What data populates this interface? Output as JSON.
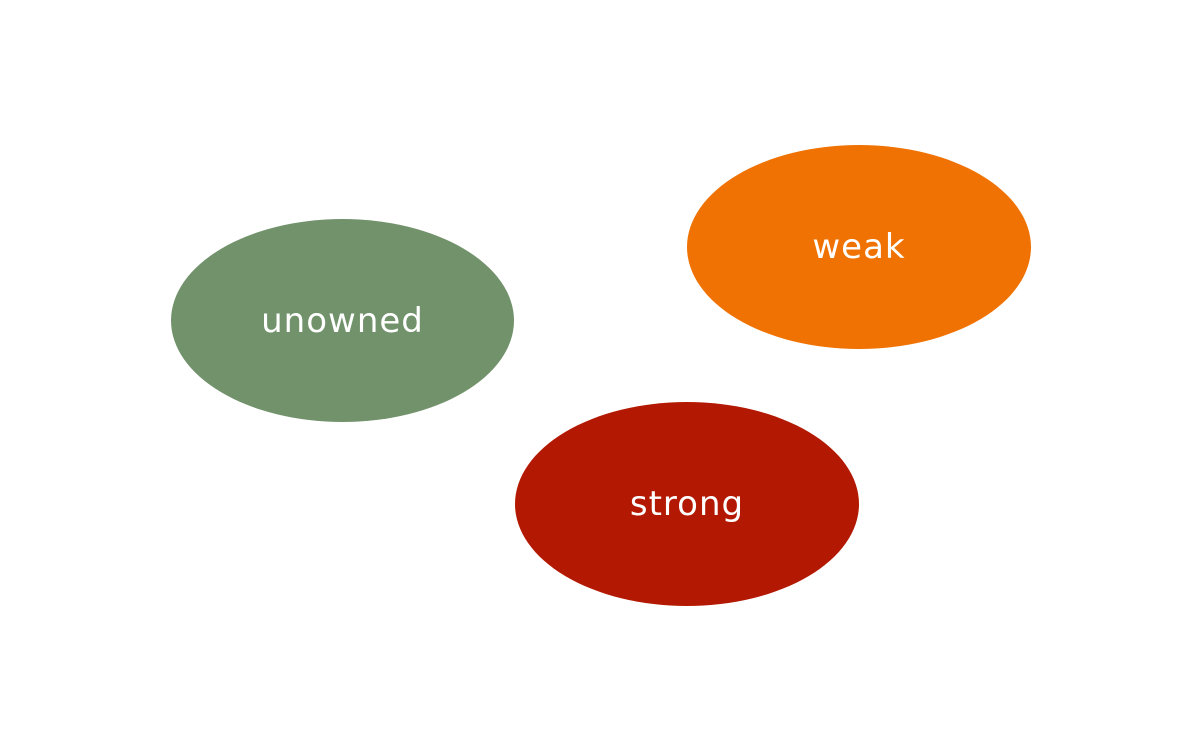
{
  "nodes": {
    "unowned": {
      "label": "unowned",
      "color": "#71926b"
    },
    "weak": {
      "label": "weak",
      "color": "#f07203"
    },
    "strong": {
      "label": "strong",
      "color": "#b31902"
    }
  }
}
